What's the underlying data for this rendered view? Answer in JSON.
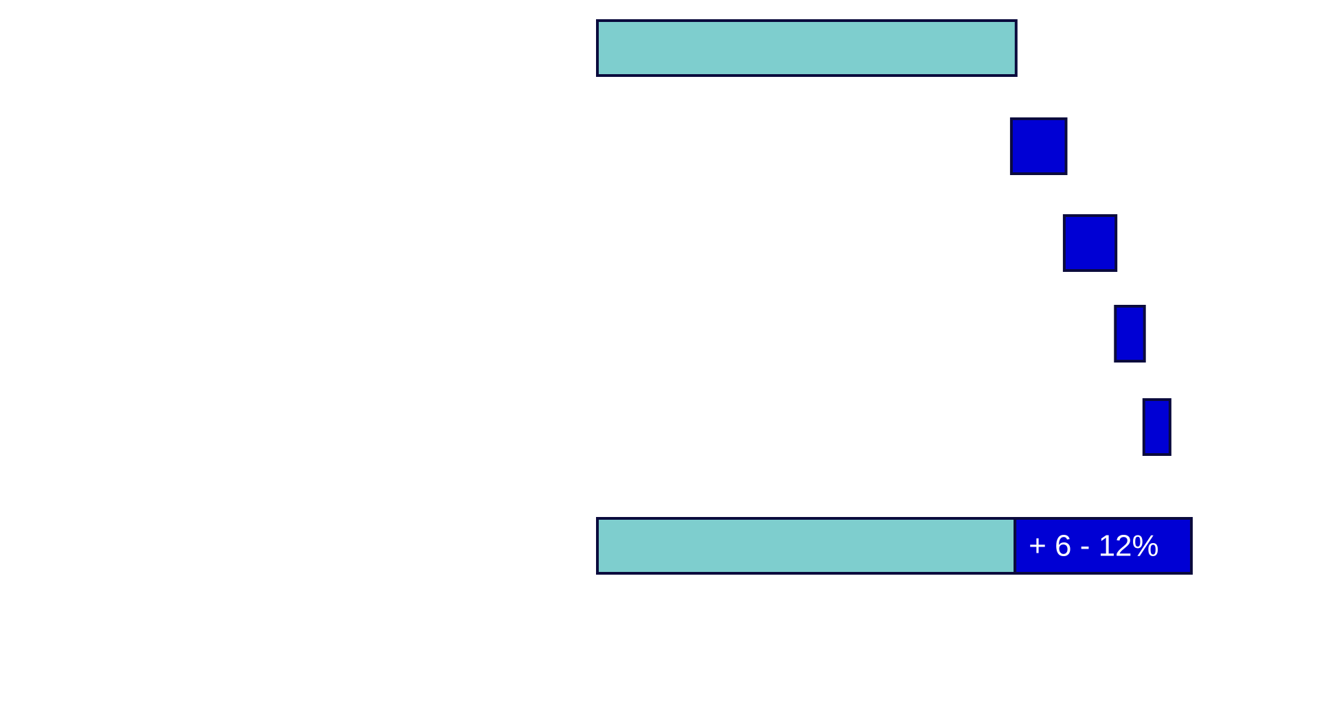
{
  "chart_data": {
    "type": "bar",
    "orientation": "horizontal",
    "subtype": "waterfall",
    "grid": false,
    "legend": "none",
    "colors": {
      "base": "#7ecece",
      "increase": "#0000d4",
      "outline": "#0b0b3d",
      "label_text": "#ffffff"
    },
    "rows": [
      {
        "start": 0,
        "end": 0.705,
        "kind": "base"
      },
      {
        "start": 0.697,
        "end": 0.789,
        "kind": "increase"
      },
      {
        "start": 0.786,
        "end": 0.873,
        "kind": "increase"
      },
      {
        "start": 0.872,
        "end": 0.921,
        "kind": "increase"
      },
      {
        "start": 0.92,
        "end": 0.964,
        "kind": "increase"
      },
      {
        "segments": [
          {
            "start": 0,
            "end": 0.703,
            "kind": "base"
          },
          {
            "start": 0.703,
            "end": 1.0,
            "kind": "increase",
            "label": "+ 6 - 12%"
          }
        ]
      }
    ]
  }
}
